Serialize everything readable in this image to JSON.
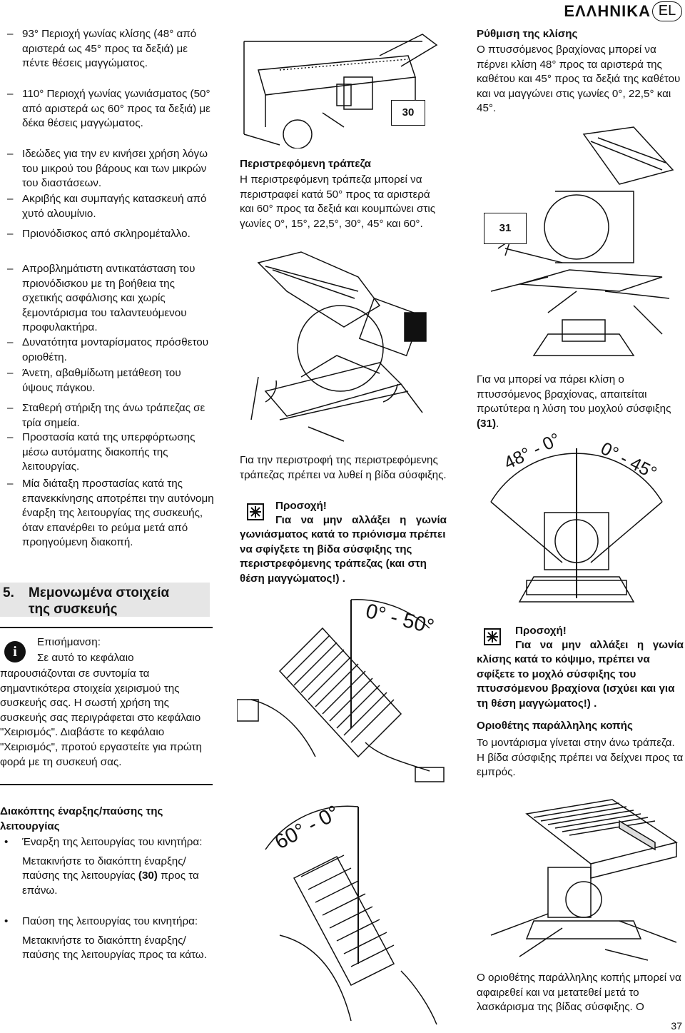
{
  "header": {
    "language": "ΕΛΛΗΝΙΚΑ",
    "lang_code": "EL"
  },
  "features": [
    "93° Περιοχή γωνίας κλίσης (48° από αριστερά ως 45° προς τα δεξιά) με πέντε θέσεις μαγγώματος.",
    "110° Περιοχή γωνίας γωνιάσματος (50° από αριστερά ως 60° προς τα δεξιά) με δέκα θέσεις μαγγώματος.",
    "Ιδεώδες για την εν κινήσει χρήση λόγω του μικρού του βάρους και των μικρών του διαστάσεων.",
    "Ακριβής και συμπαγής κατασκευή από χυτό αλουμίνιο.",
    "Πριονόδισκος από σκληρομέταλλο.",
    "Απροβλημάτιστη αντικατάσταση του πριονόδισκου με τη βοήθεια της σχετικής ασφάλισης και χωρίς ξεμοντάρισμα του ταλαντευόμενου προφυλακτήρα.",
    "Δυνατότητα μονταρίσματος πρόσθετου οριοθέτη.",
    "Άνετη, αβαθμίδωτη μετάθεση του ύψους πάγκου.",
    "Σταθερή στήριξη της άνω τράπεζας σε τρία σημεία.",
    "Προστασία κατά της υπερφόρτωσης μέσω αυτόματης διακοπής της λειτουργίας.",
    "Μία διάταξη προστασίας κατά της επανεκκίνησης αποτρέπει την αυτόνομη έναρξη της λειτουργίας της συσκευής, όταν επανέρθει το ρεύμα μετά από προηγούμενη διακοπή."
  ],
  "section5": {
    "number": "5.",
    "title_line1": "Μεμονωμένα στοιχεία",
    "title_line2": "της συσκευής"
  },
  "note": {
    "heading": "Επισήμανση:",
    "line1": "Σε αυτό το κεφάλαιο",
    "rest": "παρουσιάζονται σε συντομία τα σημαντικότερα στοιχεία χειρισμού της συσκευής σας. Η σωστή χρήση της συσκευής σας περιγράφεται στο κεφάλαιο \"Χειρισμός\". Διαβάστε το κεφάλαιο \"Χειρισμός\", προτού εργαστείτε για πρώτη φορά με τη συσκευή σας."
  },
  "switch_section": {
    "heading": "Διακόπτης έναρξης/παύσης της λειτουργίας",
    "start_title": "Έναρξη της λειτουργίας του κινητήρα:",
    "start_text_a": "Μετακινήστε το διακόπτη έναρξης/παύσης της λειτουργίας ",
    "start_ref": "(30)",
    "start_text_b": " προς τα επάνω.",
    "stop_title": "Παύση της λειτουργίας του κινητήρα:",
    "stop_text": "Μετακινήστε το διακόπτη έναρξης/παύσης της λειτουργίας προς τα κάτω."
  },
  "rotary": {
    "fig_label": "30",
    "heading": "Περιστρεφόμενη τράπεζα",
    "text": "Η περιστρεφόμενη τράπεζα μπορεί να περιστραφεί κατά 50° προς τα αριστερά και 60° προς τα δεξιά και κουμπώνει στις γωνίες 0°, 15°, 22,5°, 30°, 45° και 60°.",
    "rotate_text": "Για την περιστροφή της περιστρεφόμενης τράπεζας πρέπει να λυθεί η βίδα σύσφιξης.",
    "warn_title": "Προσοχή!",
    "warn_first": "Για να μην αλλάξει η γωνία",
    "warn_rest": "γωνιάσματος κατά το πριόνισμα πρέπει να σφίγξετε τη βίδα σύσφιξης της περιστρεφόμενης τράπεζας (και στη θέση μαγγώματος!) .",
    "angle_label_1": "0° - 50°",
    "angle_label_2": "60° - 0°"
  },
  "tilt": {
    "heading": "Ρύθμιση της κλίσης",
    "text": "Ο πτυσσόμενος βραχίονας μπορεί να πέρνει κλίση 48° προς τα αριστερά της καθέτου και 45° προς τα δεξιά της καθέτου και να μαγγώνει στις γωνίες 0°, 22,5° και 45°.",
    "fig_label": "31",
    "release_text_a": "Για να μπορεί να πάρει κλίση ο πτυσσόμενος βραχίονας, απαιτείται πρωτύτερα η λύση του μοχλού σύσφιξης ",
    "release_ref": "(31)",
    "release_text_b": ".",
    "angle_left": "48° - 0°",
    "angle_right": "0° - 45°",
    "warn_title": "Προσοχή!",
    "warn_first": "Για να μην αλλάξει η γωνία",
    "warn_rest": "κλίσης κατά το κόψιμο, πρέπει να σφίξετε το μοχλό σύσφιξης του πτυσσόμενου βραχίονα (ισχύει και για τη θέση μαγγώματος!) ."
  },
  "fence": {
    "heading": "Οριοθέτης παράλληλης κοπής",
    "text": "Το μοντάρισμα γίνεται στην άνω τράπεζα. Η βίδα σύσφιξης πρέπει να δείχνει προς τα εμπρός.",
    "bottom_text": "Ο οριοθέτης παράλληλης κοπής μπορεί να αφαιρεθεί και να μετατεθεί μετά το λασκάρισμα της βίδας σύσφιξης. Ο"
  },
  "page_number": "37"
}
